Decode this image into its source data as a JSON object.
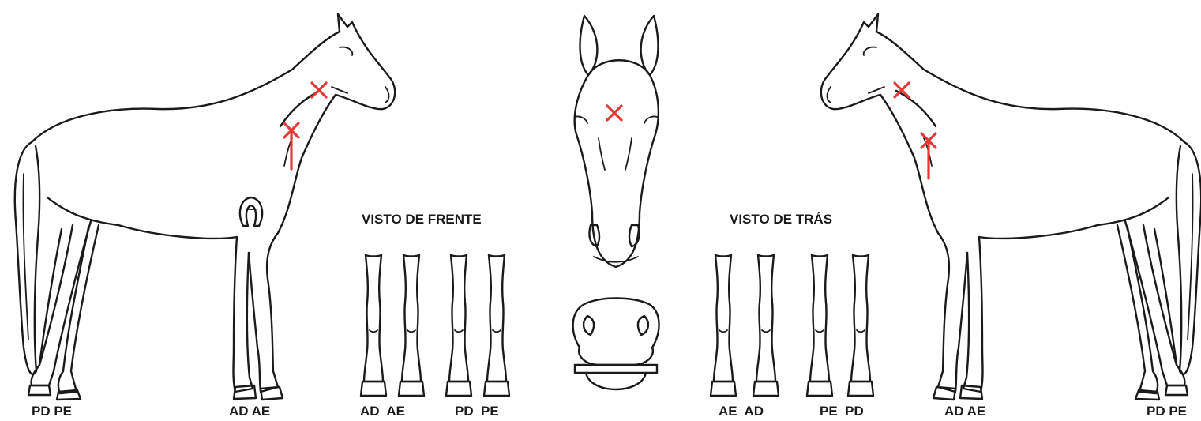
{
  "marking_color": "#e53935",
  "line_color": "#1a1a1a",
  "left_horse": {
    "label_hind": "PD PE",
    "label_fore": "AD AE"
  },
  "front_view": {
    "title": "VISTO DE FRENTE",
    "label_fore": "AD  AE",
    "label_hind": "PD  PE"
  },
  "rear_view": {
    "title": "VISTO DE TRÁS",
    "label_fore": "AE  AD",
    "label_hind": "PE  PD"
  },
  "right_horse": {
    "label_fore": "AD AE",
    "label_hind": "PD PE"
  },
  "icons": [
    "horseshoe-icon",
    "cross-marking-icon",
    "whorl-marking-icon"
  ]
}
